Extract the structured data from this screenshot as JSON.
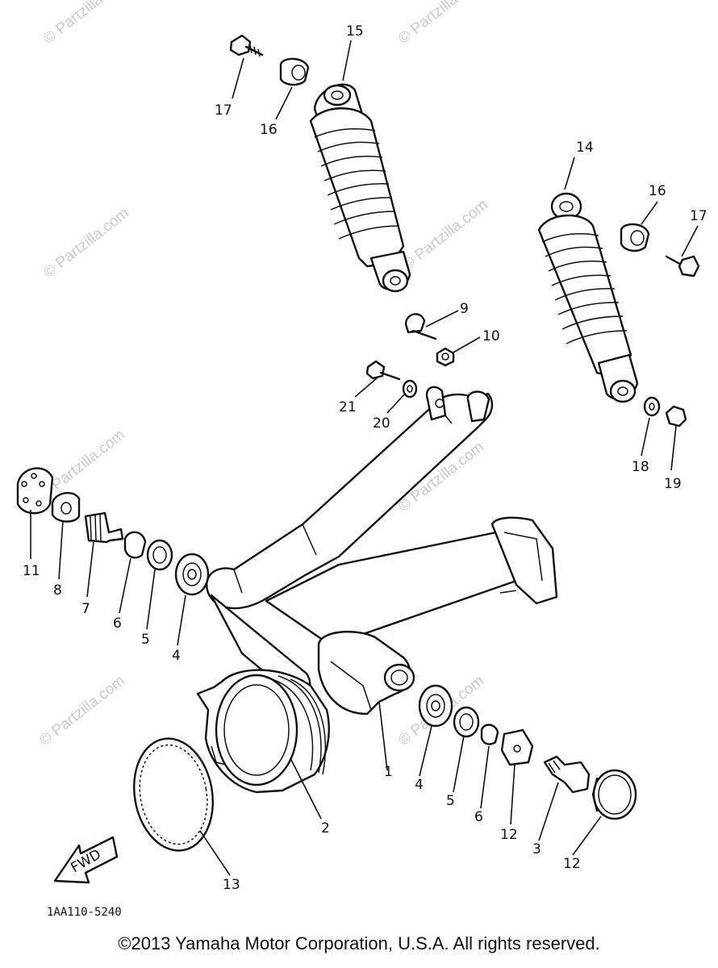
{
  "watermark": "© Partzilla.com",
  "callouts": [
    "1",
    "2",
    "3",
    "4",
    "4",
    "5",
    "5",
    "6",
    "6",
    "7",
    "8",
    "9",
    "10",
    "11",
    "12",
    "12",
    "13",
    "14",
    "15",
    "16",
    "16",
    "17",
    "17",
    "18",
    "19",
    "20",
    "21"
  ],
  "fwd_label": "FWD",
  "diagram_code": "1AA110-5240",
  "copyright": "©2013 Yamaha Motor Corporation, U.S.A. All rights reserved."
}
